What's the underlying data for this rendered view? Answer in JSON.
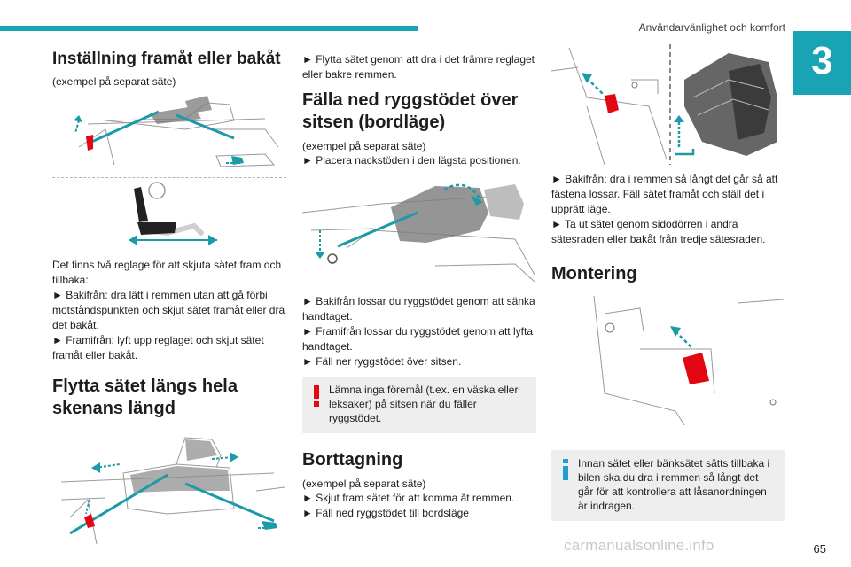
{
  "header": {
    "section_title": "Användarvänlighet och komfort",
    "chapter_number": "3"
  },
  "col1": {
    "title": "Inställning framåt eller bakåt",
    "subtitle": "(exempel på separat säte)",
    "para_intro": "Det finns två reglage för att skjuta sätet fram och tillbaka:",
    "bullet1": "► Bakifrån: dra lätt i remmen utan att gå förbi motståndspunkten och skjut sätet framåt eller dra det bakåt.",
    "bullet2": "► Framifrån: lyft upp reglaget och skjut sätet framåt eller bakåt.",
    "title2": "Flytta sätet längs hela skenans längd"
  },
  "col2": {
    "para_top": "► Flytta sätet genom att dra i det främre reglaget eller bakre remmen.",
    "title": "Fälla ned ryggstödet över sitsen (bordläge)",
    "subtitle": "(exempel på separat säte)",
    "bullet_head": "► Placera nackstöden i den lägsta positionen.",
    "bullet1": "► Bakifrån lossar du ryggstödet genom att sänka handtaget.",
    "bullet2": "► Framifrån lossar du ryggstödet genom att lyfta handtaget.",
    "bullet3": "► Fäll ner ryggstödet över sitsen.",
    "warning": "Lämna inga föremål (t.ex. en väska eller leksaker) på sitsen när du fäller ryggstödet.",
    "title2": "Borttagning",
    "subtitle2": "(exempel på separat säte)",
    "bullet4": "► Skjut fram sätet för att komma åt remmen.",
    "bullet5": "► Fäll ned ryggstödet till bordsläge"
  },
  "col3": {
    "bullet1": "► Bakifrån: dra i remmen så långt det går så att fästena lossar. Fäll sätet framåt och ställ det i upprätt läge.",
    "bullet2": "► Ta ut sätet genom sidodörren i andra sätesraden eller bakåt från tredje sätesraden.",
    "title": "Montering",
    "info": "Innan sätet eller bänksätet sätts tillbaka i bilen ska du dra i remmen så långt det går för att kontrollera att låsanordningen är indragen."
  },
  "footer": {
    "page_number": "65",
    "watermark": "carmanualsonline.info"
  },
  "colors": {
    "accent": "#18a4b4",
    "warning_red": "#e30613",
    "info_blue": "#1e9fd0",
    "arrow_teal": "#1b9aa8"
  }
}
